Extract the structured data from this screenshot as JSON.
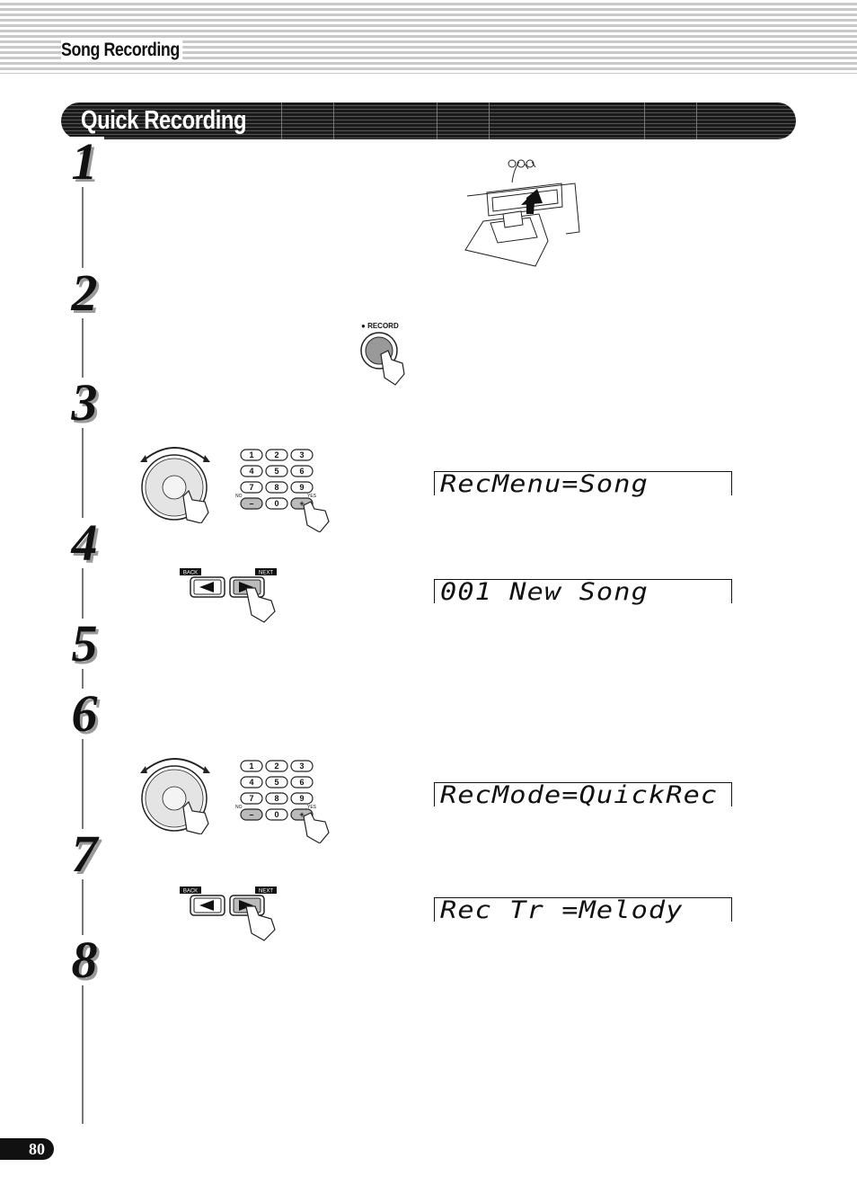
{
  "header": {
    "section": "Song Recording"
  },
  "title": "Quick Recording",
  "steps": [
    {
      "num": "1"
    },
    {
      "num": "2"
    },
    {
      "num": "3"
    },
    {
      "num": "4"
    },
    {
      "num": "5"
    },
    {
      "num": "6"
    },
    {
      "num": "7"
    },
    {
      "num": "8"
    }
  ],
  "displays": {
    "step3": "RecMenu=Song",
    "step4": "001 New Song",
    "step6": "RecMode=QuickRec",
    "step7": "Rec Tr =Melody"
  },
  "labels": {
    "record": "RECORD",
    "back": "BACK",
    "next": "NEXT",
    "no": "NO",
    "yes": "YES",
    "keys": [
      "1",
      "2",
      "3",
      "4",
      "5",
      "6",
      "7",
      "8",
      "9",
      "–",
      "0",
      "+"
    ]
  },
  "footer": {
    "page": "80"
  }
}
